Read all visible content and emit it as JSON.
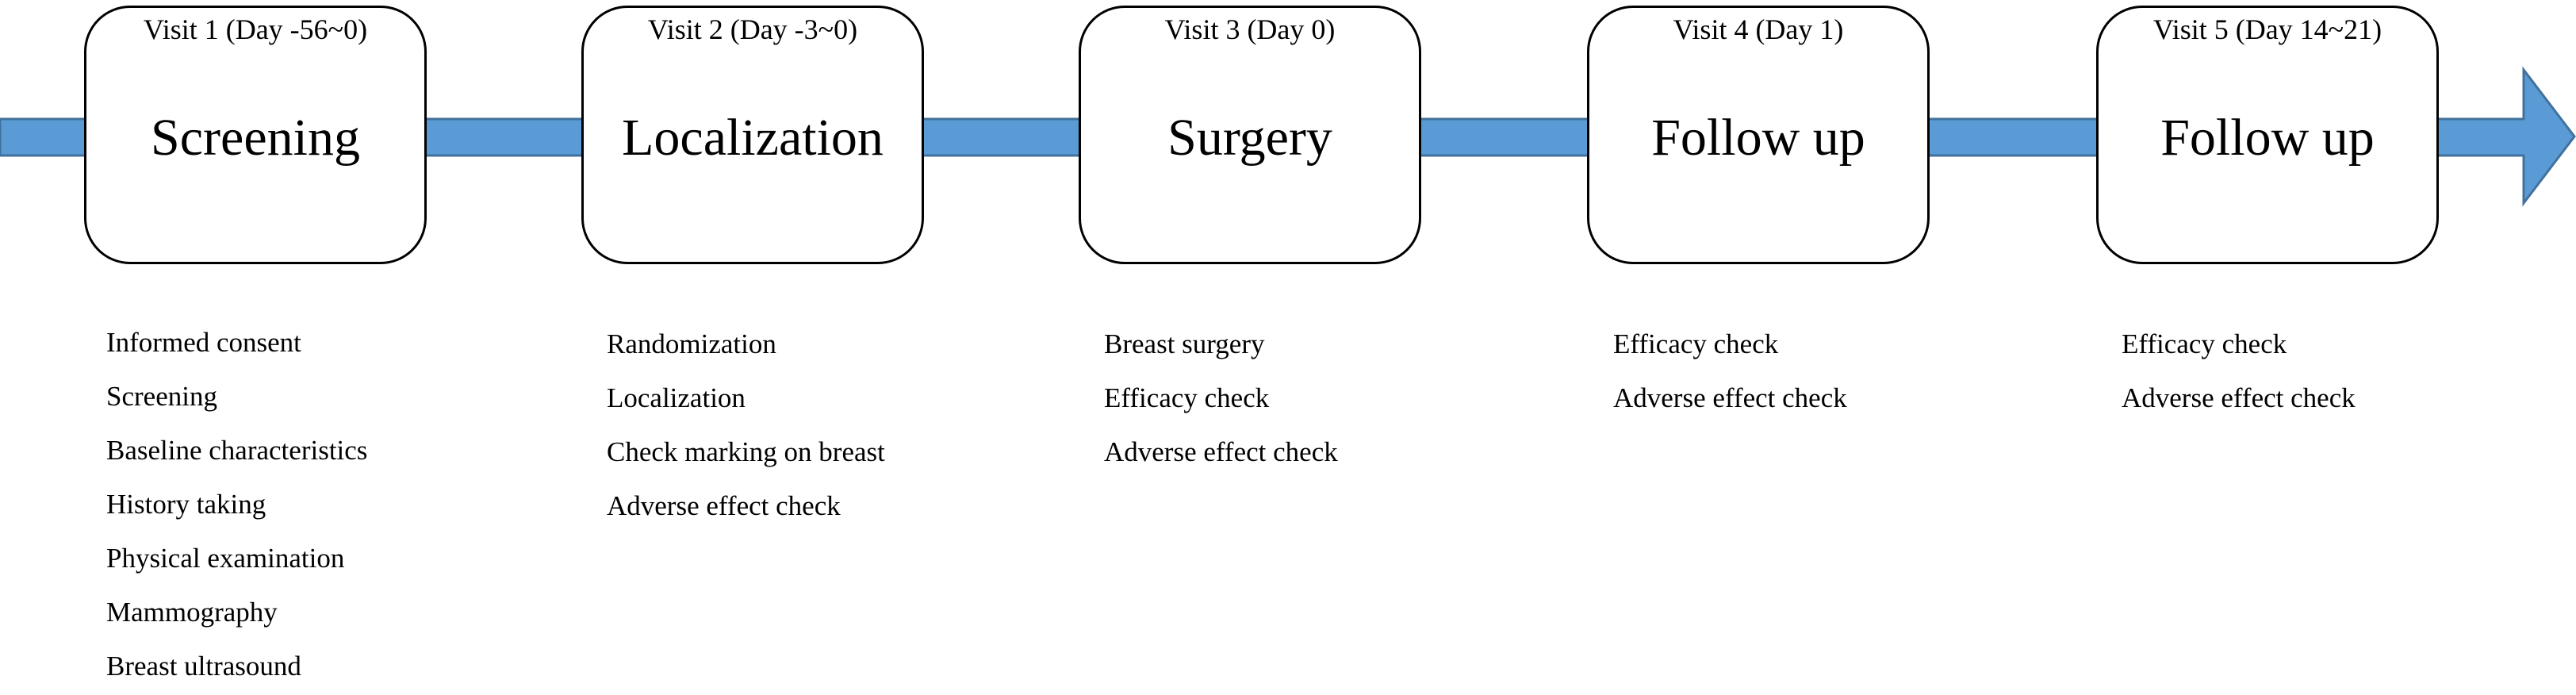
{
  "colors": {
    "arrow_fill": "#5b9bd5",
    "arrow_stroke": "#41719c",
    "box_border": "#000000",
    "text": "#000000"
  },
  "visits": [
    {
      "label": "Visit 1 (Day -56~0)",
      "phase": "Screening",
      "activities": [
        "Informed consent",
        "Screening",
        "Baseline characteristics",
        "History taking",
        "Physical examination",
        "Mammography",
        "Breast ultrasound"
      ]
    },
    {
      "label": "Visit 2 (Day -3~0)",
      "phase": "Localization",
      "activities": [
        "Randomization",
        "Localization",
        "Check marking on breast",
        "Adverse effect check"
      ]
    },
    {
      "label": "Visit 3 (Day 0)",
      "phase": "Surgery",
      "activities": [
        "Breast surgery",
        "Efficacy check",
        "Adverse effect check"
      ]
    },
    {
      "label": "Visit 4 (Day 1)",
      "phase": "Follow up",
      "activities": [
        "Efficacy check",
        "Adverse effect check"
      ]
    },
    {
      "label": "Visit 5 (Day 14~21)",
      "phase": "Follow up",
      "activities": [
        "Efficacy check",
        "Adverse effect check"
      ]
    }
  ]
}
